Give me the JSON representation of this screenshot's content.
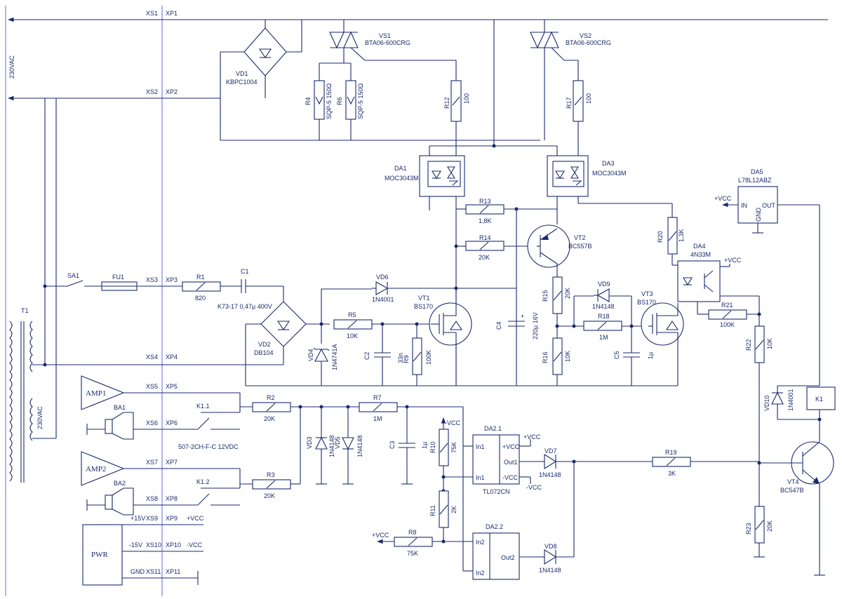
{
  "connectors": {
    "xs": [
      "XS1",
      "XS2",
      "XS3",
      "XS4",
      "XS5",
      "XS6",
      "XS7",
      "XS8",
      "XS9",
      "XS10",
      "XS11"
    ],
    "xp": [
      "XP1",
      "XP2",
      "XP3",
      "XP4",
      "XP5",
      "XP6",
      "XP7",
      "XP8",
      "XP9",
      "XP10",
      "XP11"
    ],
    "xs9_prefix": "+15V",
    "xs10_prefix": "-15V",
    "xs11_prefix": "GND",
    "xp9_net": "+VCC",
    "xp10_net": "-VCC"
  },
  "mains": {
    "label": "230VAC",
    "transformer": "T1",
    "transformer_label": "230VAC",
    "switch": "SA1",
    "fuse": "FU1"
  },
  "bridges": {
    "vd1": "VD1",
    "vd1_part": "KBPC1004",
    "vd2": "VD2",
    "vd2_part": "DB104"
  },
  "triacs": {
    "vs1": "VS1",
    "vs1_part": "BTA06-600CRG",
    "vs2": "VS2",
    "vs2_part": "BTA06-600CRG"
  },
  "resistors": {
    "r1": "R1",
    "r1_val": "820",
    "r2": "R2",
    "r2_val": "20K",
    "r3": "R3",
    "r3_val": "20K",
    "r4": "R4",
    "r4_val": "SQP-5 150Ω",
    "r5": "R5",
    "r5_val": "10K",
    "r6": "R6",
    "r6_val": "SQP-5 150Ω",
    "r7": "R7",
    "r7_val": "1M",
    "r8": "R8",
    "r8_val": "75K",
    "r9": "R9",
    "r9_val": "100K",
    "r10": "R10",
    "r10_val": "75K",
    "r11": "R11",
    "r11_val": "2K",
    "r12": "R12",
    "r12_val": "100",
    "r13": "R13",
    "r13_val": "1,8K",
    "r14": "R14",
    "r14_val": "20K",
    "r15": "R15",
    "r15_val": "20K",
    "r16": "R16",
    "r16_val": "10K",
    "r17": "R17",
    "r17_val": "100",
    "r18": "R18",
    "r18_val": "1M",
    "r19": "R19",
    "r19_val": "3K",
    "r20": "R20",
    "r20_val": "1,3K",
    "r21": "R21",
    "r21_val": "100K",
    "r22": "R22",
    "r22_val": "10K",
    "r23": "R23",
    "r23_val": "20K"
  },
  "capacitors": {
    "c1": "C1",
    "c1_val": "K73-17 0,47µ 400V",
    "c2": "C2",
    "c2_val": "33n",
    "c3": "C3",
    "c3_val": "1µ",
    "c4": "C4",
    "c4_val": "220µ 16V",
    "c5": "C5",
    "c5_val": "1µ"
  },
  "diodes": {
    "vd3": "VD3",
    "vd3_part": "1N4148",
    "vd4": "VD4",
    "vd4_part": "1N4741A",
    "vd5": "VD5",
    "vd5_part": "1N4148",
    "vd6": "VD6",
    "vd6_part": "1N4001",
    "vd7": "VD7",
    "vd7_part": "1N4148",
    "vd8": "VD8",
    "vd8_part": "1N4148",
    "vd9": "VD9",
    "vd9_part": "1N4148",
    "vd10": "VD10",
    "vd10_part": "1N4001"
  },
  "transistors": {
    "vt1": "VT1",
    "vt1_part": "BS170",
    "vt2": "VT2",
    "vt2_part": "BC557B",
    "vt3": "VT3",
    "vt3_part": "BS170",
    "vt4": "VT4",
    "vt4_part": "BC547B"
  },
  "ics": {
    "da1": "DA1",
    "da1_part": "MOC3043M",
    "da3": "DA3",
    "da3_part": "MOC3043M",
    "da4": "DA4",
    "da4_part": "4N33M",
    "da5": "DA5",
    "da5_part": "L78L12ABZ",
    "da5_in": "IN",
    "da5_out": "OUT",
    "da5_gnd": "GND",
    "da21": "DA2.1",
    "da22": "DA2.2",
    "da2_part": "TL072CN",
    "pin_in1p": "In1",
    "pin_in1m": "In1",
    "pin_vccp": "+VCC",
    "pin_out1": "Out1",
    "pin_vccm": "-VCC",
    "pin_in2p": "In2",
    "pin_in2m": "In2",
    "pin_out2": "Out2"
  },
  "relay": {
    "k1": "K1",
    "k11": "K1.1",
    "k12": "K1.2",
    "relay_part": "507-2CH-F-C 12VDC"
  },
  "sources": {
    "amp1": "AMP1",
    "amp2": "AMP2",
    "ba1": "BA1",
    "ba2": "BA2",
    "pwr": "PWR"
  },
  "nets": {
    "vcc": "+VCC",
    "nvcc": "-VCC"
  }
}
